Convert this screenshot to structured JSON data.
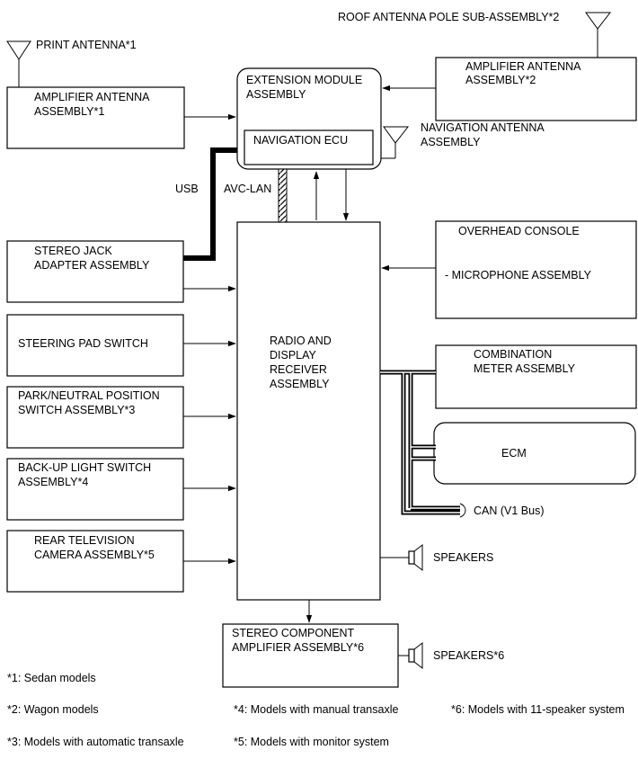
{
  "antennas": {
    "print": "PRINT ANTENNA*1",
    "roof": "ROOF ANTENNA POLE SUB-ASSEMBLY*2",
    "navigation": [
      "NAVIGATION ANTENNA",
      "ASSEMBLY"
    ]
  },
  "boxes": {
    "amp_ant_1": [
      "AMPLIFIER ANTENNA",
      "ASSEMBLY*1"
    ],
    "amp_ant_2": [
      "AMPLIFIER ANTENNA",
      "ASSEMBLY*2"
    ],
    "extension": [
      "EXTENSION MODULE",
      "ASSEMBLY"
    ],
    "nav_ecu": "NAVIGATION ECU",
    "stereo_jack": [
      "STEREO JACK",
      "ADAPTER ASSEMBLY"
    ],
    "overhead": "OVERHEAD CONSOLE",
    "microphone": "- MICROPHONE ASSEMBLY",
    "steering": "STEERING PAD SWITCH",
    "radio": [
      "RADIO AND",
      "DISPLAY",
      "RECEIVER",
      "ASSEMBLY"
    ],
    "combination": [
      "COMBINATION",
      "METER ASSEMBLY"
    ],
    "ecm": "ECM",
    "park": [
      "PARK/NEUTRAL POSITION",
      "SWITCH ASSEMBLY*3"
    ],
    "backup": [
      "BACK-UP LIGHT SWITCH",
      "ASSEMBLY*4"
    ],
    "camera": [
      "REAR TELEVISION",
      "CAMERA ASSEMBLY*5"
    ],
    "stereo_amp": [
      "STEREO COMPONENT",
      "AMPLIFIER ASSEMBLY*6"
    ]
  },
  "labels": {
    "usb": "USB",
    "avc_lan": "AVC-LAN",
    "can": "CAN (V1 Bus)",
    "speakers": "SPEAKERS",
    "speakers_6": "SPEAKERS*6"
  },
  "footnotes": {
    "n1": "*1: Sedan models",
    "n2": "*2: Wagon models",
    "n3": "*3: Models with automatic transaxle",
    "n4": "*4: Models with manual transaxle",
    "n5": "*5: Models with monitor system",
    "n6": "*6: Models with 11-speaker system"
  }
}
